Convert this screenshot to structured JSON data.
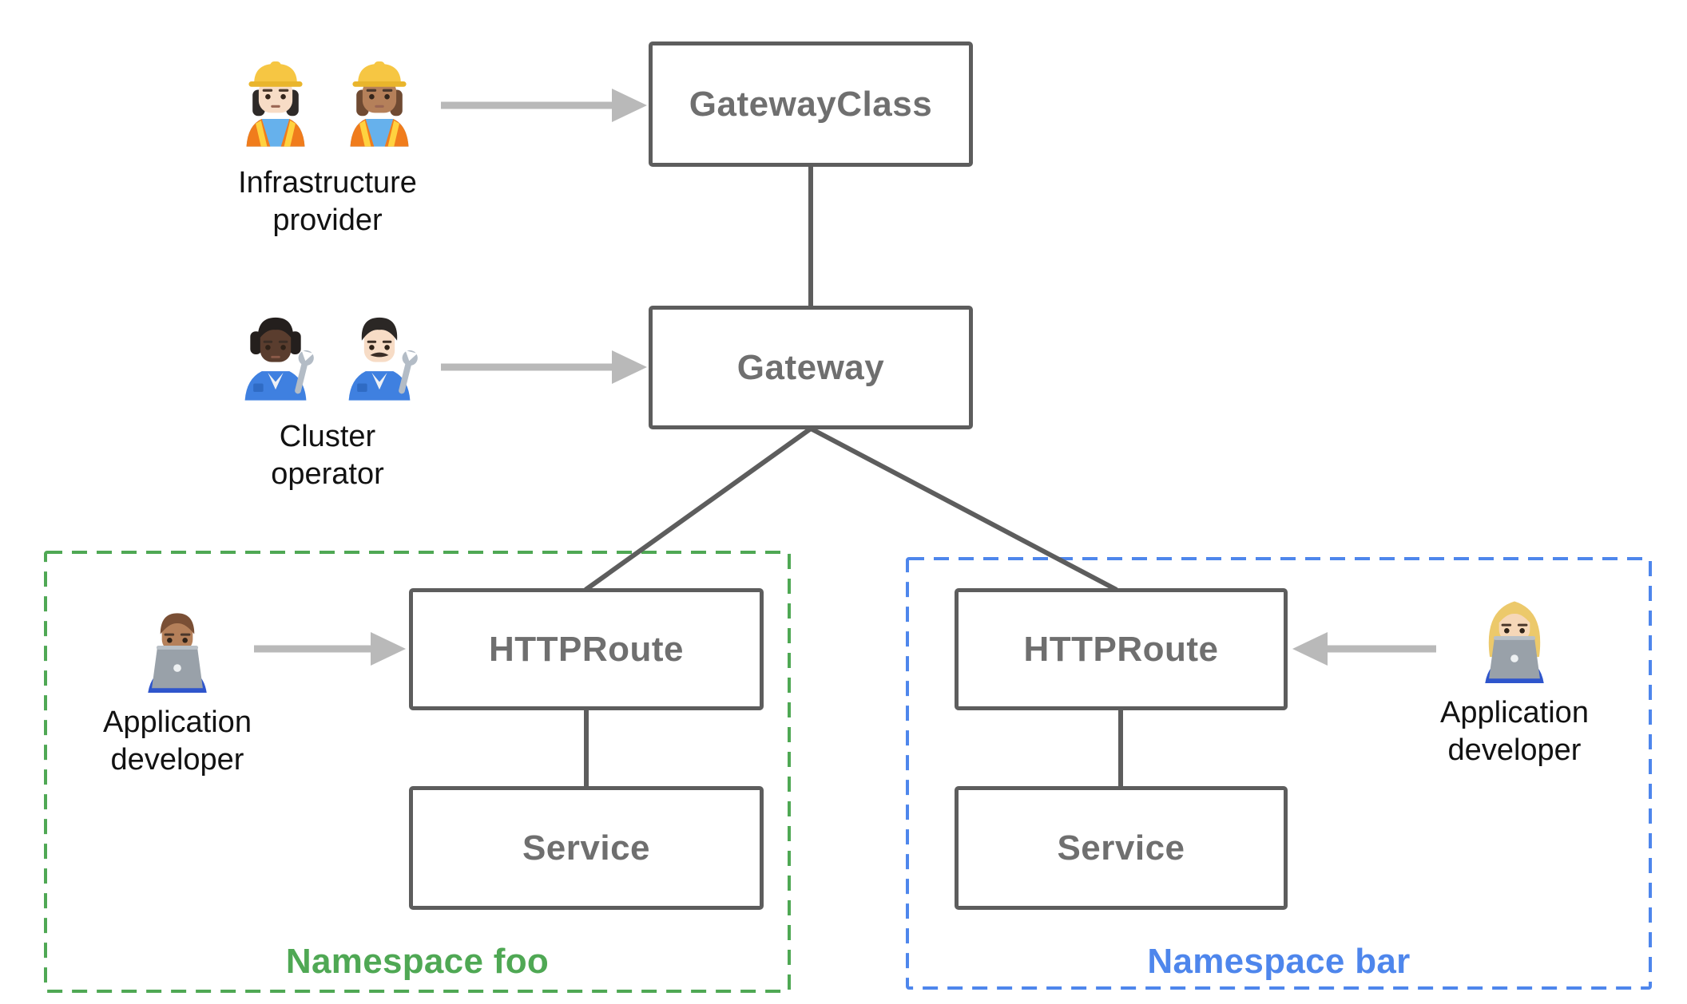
{
  "diagram": {
    "nodes": [
      {
        "id": "gatewayclass",
        "label": "GatewayClass"
      },
      {
        "id": "gateway",
        "label": "Gateway"
      },
      {
        "id": "httproute-foo",
        "label": "HTTPRoute"
      },
      {
        "id": "service-foo",
        "label": "Service"
      },
      {
        "id": "httproute-bar",
        "label": "HTTPRoute"
      },
      {
        "id": "service-bar",
        "label": "Service"
      }
    ],
    "namespaces": [
      {
        "id": "foo",
        "label": "Namespace foo",
        "color": "#4fa854"
      },
      {
        "id": "bar",
        "label": "Namespace bar",
        "color": "#4e86ec"
      }
    ],
    "personas": [
      {
        "id": "infrastructure-provider",
        "label_lines": [
          "Infrastructure",
          "provider"
        ],
        "emojis": [
          {
            "name": "woman-construction-worker-light-skin-emoji",
            "char": "👷🏻‍♀️",
            "type": "construction-worker",
            "skin": "#f7dcc6",
            "hair": "#2e2a28"
          },
          {
            "name": "woman-construction-worker-medium-skin-emoji",
            "char": "👷🏽‍♀️",
            "type": "construction-worker",
            "skin": "#b5805a",
            "hair": "#6f4a32"
          }
        ]
      },
      {
        "id": "cluster-operator",
        "label_lines": [
          "Cluster",
          "operator"
        ],
        "emojis": [
          {
            "name": "mechanic-dark-skin-emoji",
            "char": "🧑🏿‍🔧",
            "type": "mechanic",
            "skin": "#5a3d2e",
            "hair": "#241f1d",
            "curly": true,
            "mustache": false
          },
          {
            "name": "man-mechanic-light-skin-emoji",
            "char": "👨🏻‍🔧",
            "type": "mechanic",
            "skin": "#f7dcc6",
            "hair": "#2b2725",
            "curly": false,
            "mustache": true
          }
        ]
      },
      {
        "id": "application-developer-foo",
        "label_lines": [
          "Application",
          "developer"
        ],
        "emojis": [
          {
            "name": "man-technologist-medium-skin-emoji",
            "char": "👨🏽‍💻",
            "type": "technologist",
            "skin": "#b5805a",
            "hair": "#7a4f35",
            "longHair": false
          }
        ]
      },
      {
        "id": "application-developer-bar",
        "label_lines": [
          "Application",
          "developer"
        ],
        "emojis": [
          {
            "name": "woman-technologist-light-skin-emoji",
            "char": "👩🏼‍💻",
            "type": "technologist",
            "skin": "#f6d7b8",
            "hair": "#ecc96b",
            "longHair": true
          }
        ]
      }
    ],
    "edges": [
      {
        "from": "GatewayClass",
        "to": "Gateway"
      },
      {
        "from": "Gateway",
        "to": "HTTPRoute (Namespace foo)"
      },
      {
        "from": "Gateway",
        "to": "HTTPRoute (Namespace bar)"
      },
      {
        "from": "HTTPRoute (Namespace foo)",
        "to": "Service (Namespace foo)"
      },
      {
        "from": "HTTPRoute (Namespace bar)",
        "to": "Service (Namespace bar)"
      }
    ],
    "arrows": [
      {
        "from": "Infrastructure provider",
        "to": "GatewayClass"
      },
      {
        "from": "Cluster operator",
        "to": "Gateway"
      },
      {
        "from": "Application developer",
        "to": "HTTPRoute (Namespace foo)"
      },
      {
        "from": "Application developer",
        "to": "HTTPRoute (Namespace bar)"
      }
    ],
    "colors": {
      "node_border": "#5d5d5d",
      "node_text": "#6f6f6f",
      "connector": "#5d5d5d",
      "arrow": "#b9b9b9",
      "namespace_foo": "#4fa854",
      "namespace_bar": "#4e86ec",
      "persona_label": "#121212",
      "background": "#ffffff"
    }
  }
}
